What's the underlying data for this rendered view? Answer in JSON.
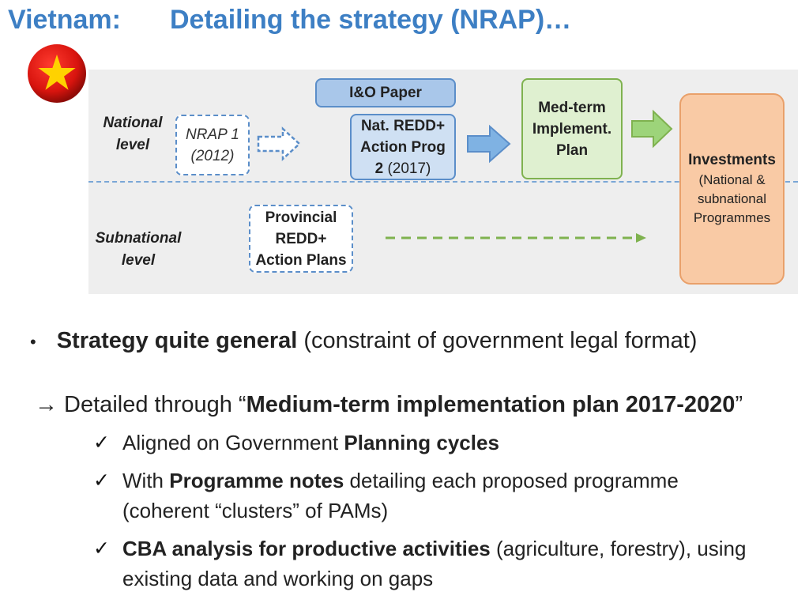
{
  "title": {
    "country": "Vietnam:",
    "heading": "Detailing the strategy (NRAP)…"
  },
  "diagram": {
    "national_level": [
      "National",
      "level"
    ],
    "subnational_level": [
      "Subnational",
      "level"
    ],
    "nrap1": [
      "NRAP 1",
      "(2012)"
    ],
    "io_paper": "I&O Paper",
    "nat_redd": {
      "line1": "Nat. REDD+",
      "line2": "Action Prog",
      "line3_bold": "2",
      "line3_rest": " (2017)"
    },
    "medterm": [
      "Med-term",
      "Implement.",
      "Plan"
    ],
    "investments": {
      "title": "Investments",
      "detail": [
        "(National &",
        "subnational",
        "Programmes"
      ]
    },
    "provincial": [
      "Provincial",
      "REDD+",
      "Action Plans"
    ],
    "colors": {
      "blue_border": "#5b8ec9",
      "green_border": "#7fb24f",
      "orange_fill": "#f9caa5",
      "title_blue": "#3d7fc4"
    }
  },
  "body": {
    "bullet1": {
      "bold": "Strategy quite general",
      "rest": " (constraint of government legal format)"
    },
    "arrow_line": {
      "prefix": " Detailed through “",
      "bold": "Medium-term implementation plan 2017-2020",
      "suffix": "”"
    },
    "checks": [
      {
        "pre": "Aligned on Government ",
        "bold": "Planning cycles",
        "post": ""
      },
      {
        "pre": "With ",
        "bold": "Programme notes",
        "post": " detailing each proposed programme (coherent “clusters” of PAMs)"
      },
      {
        "pre": "",
        "bold": "CBA analysis for productive activities",
        "post": " (agriculture, forestry), using existing data and working on gaps"
      }
    ]
  }
}
